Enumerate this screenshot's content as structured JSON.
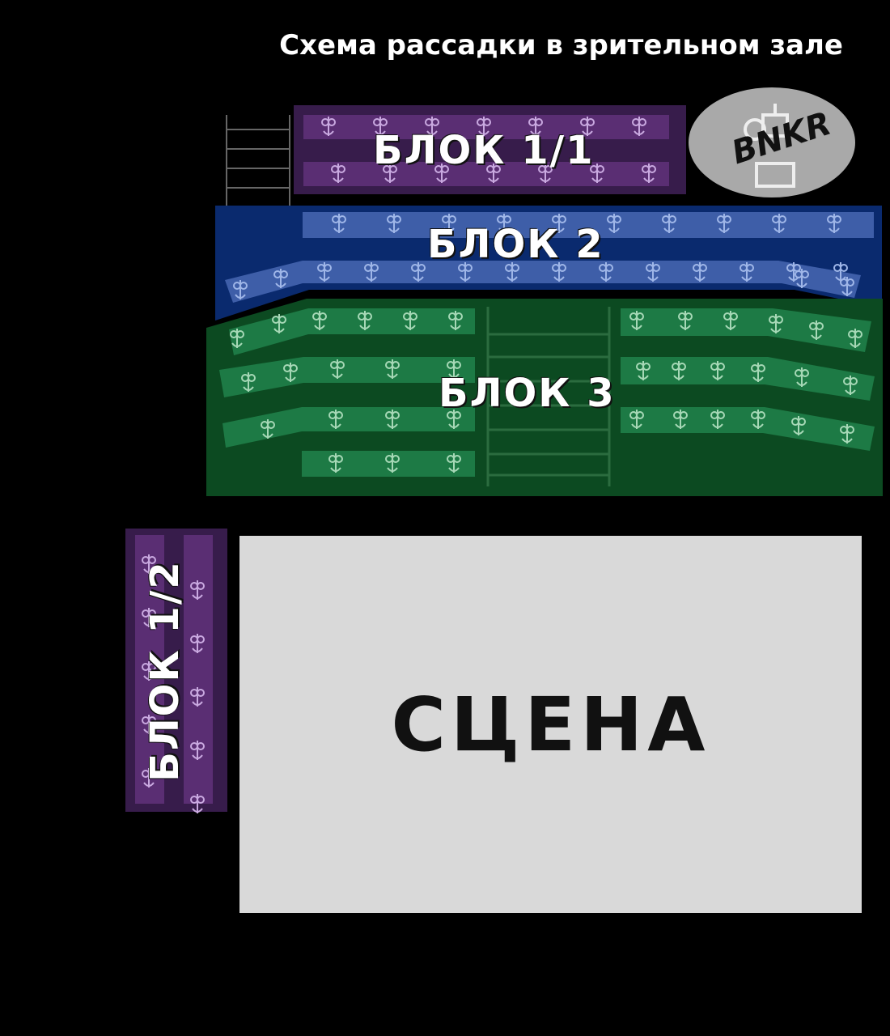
{
  "title": "Схема рассадки в зрительном зале",
  "logo": {
    "text": "BNKR",
    "icon": "gas-mask-logo-icon"
  },
  "blocks": [
    {
      "id": "block-1-1",
      "label": "БЛОК 1/1",
      "color": "#371c4b",
      "row_color": "#5a2e73",
      "seat_color": "#c9a9e0"
    },
    {
      "id": "block-2",
      "label": "БЛОК 2",
      "color": "#0a2a6e",
      "row_color": "#3e5ea8",
      "seat_color": "#9fb6e8"
    },
    {
      "id": "block-3",
      "label": "БЛОК 3",
      "color": "#0c4a21",
      "row_color": "#1d7a45",
      "seat_color": "#a6d8b6"
    },
    {
      "id": "block-1-2",
      "label": "БЛОК 1/2",
      "color": "#371c4b",
      "row_color": "#5a2e73",
      "seat_color": "#c9a9e0"
    }
  ],
  "stage": {
    "label": "СЦЕНА",
    "color": "#d9d9d9"
  }
}
